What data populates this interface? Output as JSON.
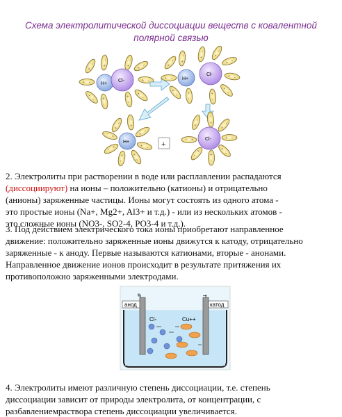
{
  "title_line1": "Схема электролитической диссоциации веществ с ковалентной",
  "title_line2": "полярной связью",
  "ions": {
    "h": "H+",
    "cl": "Cl-",
    "plus": "+"
  },
  "p2": {
    "line1": "2.  Электролиты при растворении в воде или расплавлении  распадаются",
    "red": "(диссоциируют)",
    "line2_rest": " на ионы – положительно (катионы) и отрицательно",
    "line3": "(анионы) заряженные  частицы. Ионы  могут состоять из одного атома -",
    "line4": "это простые ионы (Na+, Mg2+, Al3+ и т.д.) - или из нескольких атомов -",
    "line5": "это сложные ионы (NO3-, SO2-4, РO3-4 и т.д.)."
  },
  "p3": {
    "line1": "3.  Под действием  электрического  тока ионы  приобретают  направленное",
    "line2": "движение: положительно заряженные ионы  движутся  к катоду, отрицательно",
    "line3": "заряженные - к аноду. Первые называются катионами, вторые - анонами.",
    "line4": "Направленное движение ионов происходит в результате притяжения их",
    "line5": "противоположно заряженными электродами."
  },
  "cell": {
    "anode": "анод",
    "cathode": "катод",
    "anode_sign": "+",
    "cathode_sign": "–",
    "cl_label": "Cl-",
    "cu_label": "Cu++"
  },
  "p4": {
    "line1": "4.  Электролиты  имеют  различную  степень  диссоциации,  т.е.  степень",
    "line2": "диссоциации  зависит  от  природы  электролита,  от  концентрации,  с",
    "line3": "разбавлениемраствора степень диссоциации увеличивается."
  },
  "colors": {
    "title": "#7a2f8f",
    "highlight": "#cc1111",
    "h_ion": "#9ab6e8",
    "cl_ion": "#c7a6f0",
    "water": "#f3e28c",
    "arrow": "#8ec9e6"
  }
}
